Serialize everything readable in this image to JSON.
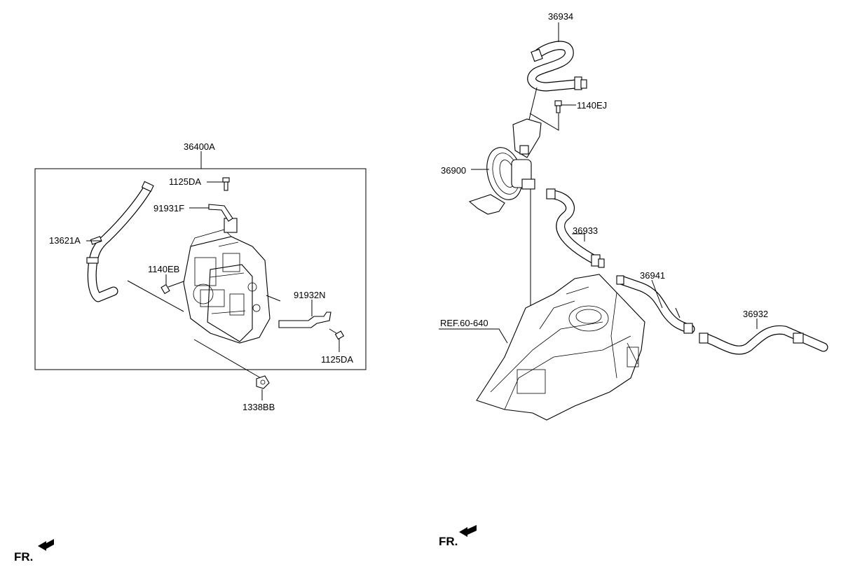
{
  "labels": {
    "assembly_36400A": "36400A",
    "bolt_1125DA_top": "1125DA",
    "bracket_91931F": "91931F",
    "hose_13621A": "13621A",
    "bolt_1140EB": "1140EB",
    "bracket_91932N": "91932N",
    "bolt_1125DA_bottom": "1125DA",
    "nut_1338BB": "1338BB",
    "hose_36934": "36934",
    "bolt_1140EJ": "1140EJ",
    "pump_36900": "36900",
    "hose_36933": "36933",
    "pipe_36941": "36941",
    "hose_36932": "36932",
    "ref_60_640": "REF.60-640"
  },
  "front_indicators": [
    "FR.",
    "FR."
  ],
  "colors": {
    "line": "#000000",
    "background": "#ffffff"
  }
}
